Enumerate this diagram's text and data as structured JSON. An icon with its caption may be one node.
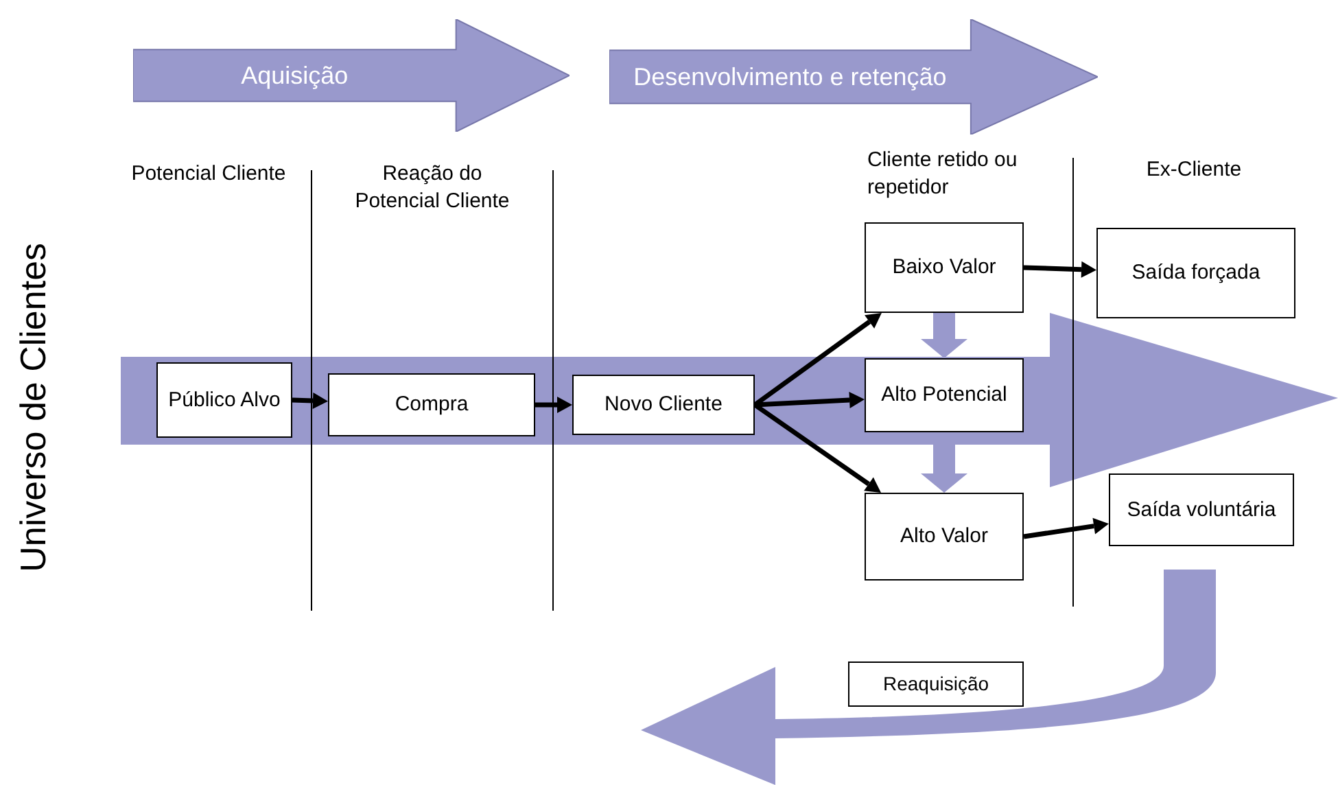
{
  "diagram": {
    "nodes": [
      {
        "text": [
          "Aquisição"
        ]
      },
      {
        "text": [
          "Desenvolvimento e retenção"
        ]
      },
      {
        "text": [
          "Público Alvo"
        ]
      },
      {
        "text": [
          "Compra"
        ]
      },
      {
        "text": [
          "Novo Cliente"
        ]
      },
      {
        "text": [
          "Baixo Valor"
        ]
      },
      {
        "text": [
          "Alto Potencial"
        ]
      },
      {
        "text": [
          "Alto Valor"
        ]
      },
      {
        "text": [
          "Saída forçada"
        ]
      },
      {
        "text": [
          "Saída voluntária"
        ]
      },
      {
        "text": [
          "Reaquisição"
        ]
      }
    ],
    "edges": [
      {
        "from": 2,
        "to": 3,
        "arrow": "to"
      },
      {
        "from": 3,
        "to": 4,
        "arrow": "to"
      },
      {
        "from": 4,
        "to": 5,
        "arrow": "to"
      },
      {
        "from": 4,
        "to": 6,
        "arrow": "to"
      },
      {
        "from": 4,
        "to": 7,
        "arrow": "to"
      },
      {
        "from": 5,
        "to": 6,
        "arrow": "to",
        "style": "thick",
        "color": "#9999cc"
      },
      {
        "from": 6,
        "to": 7,
        "arrow": "to",
        "style": "thick",
        "color": "#9999cc"
      },
      {
        "from": 5,
        "to": 8,
        "arrow": "to"
      },
      {
        "from": 7,
        "to": 9,
        "arrow": "to"
      }
    ],
    "labels": [
      "Universo de Clientes",
      "Potencial Cliente",
      "Reação do Potencial Cliente",
      "Cliente retido ou repetidor",
      "Ex-Cliente"
    ]
  }
}
